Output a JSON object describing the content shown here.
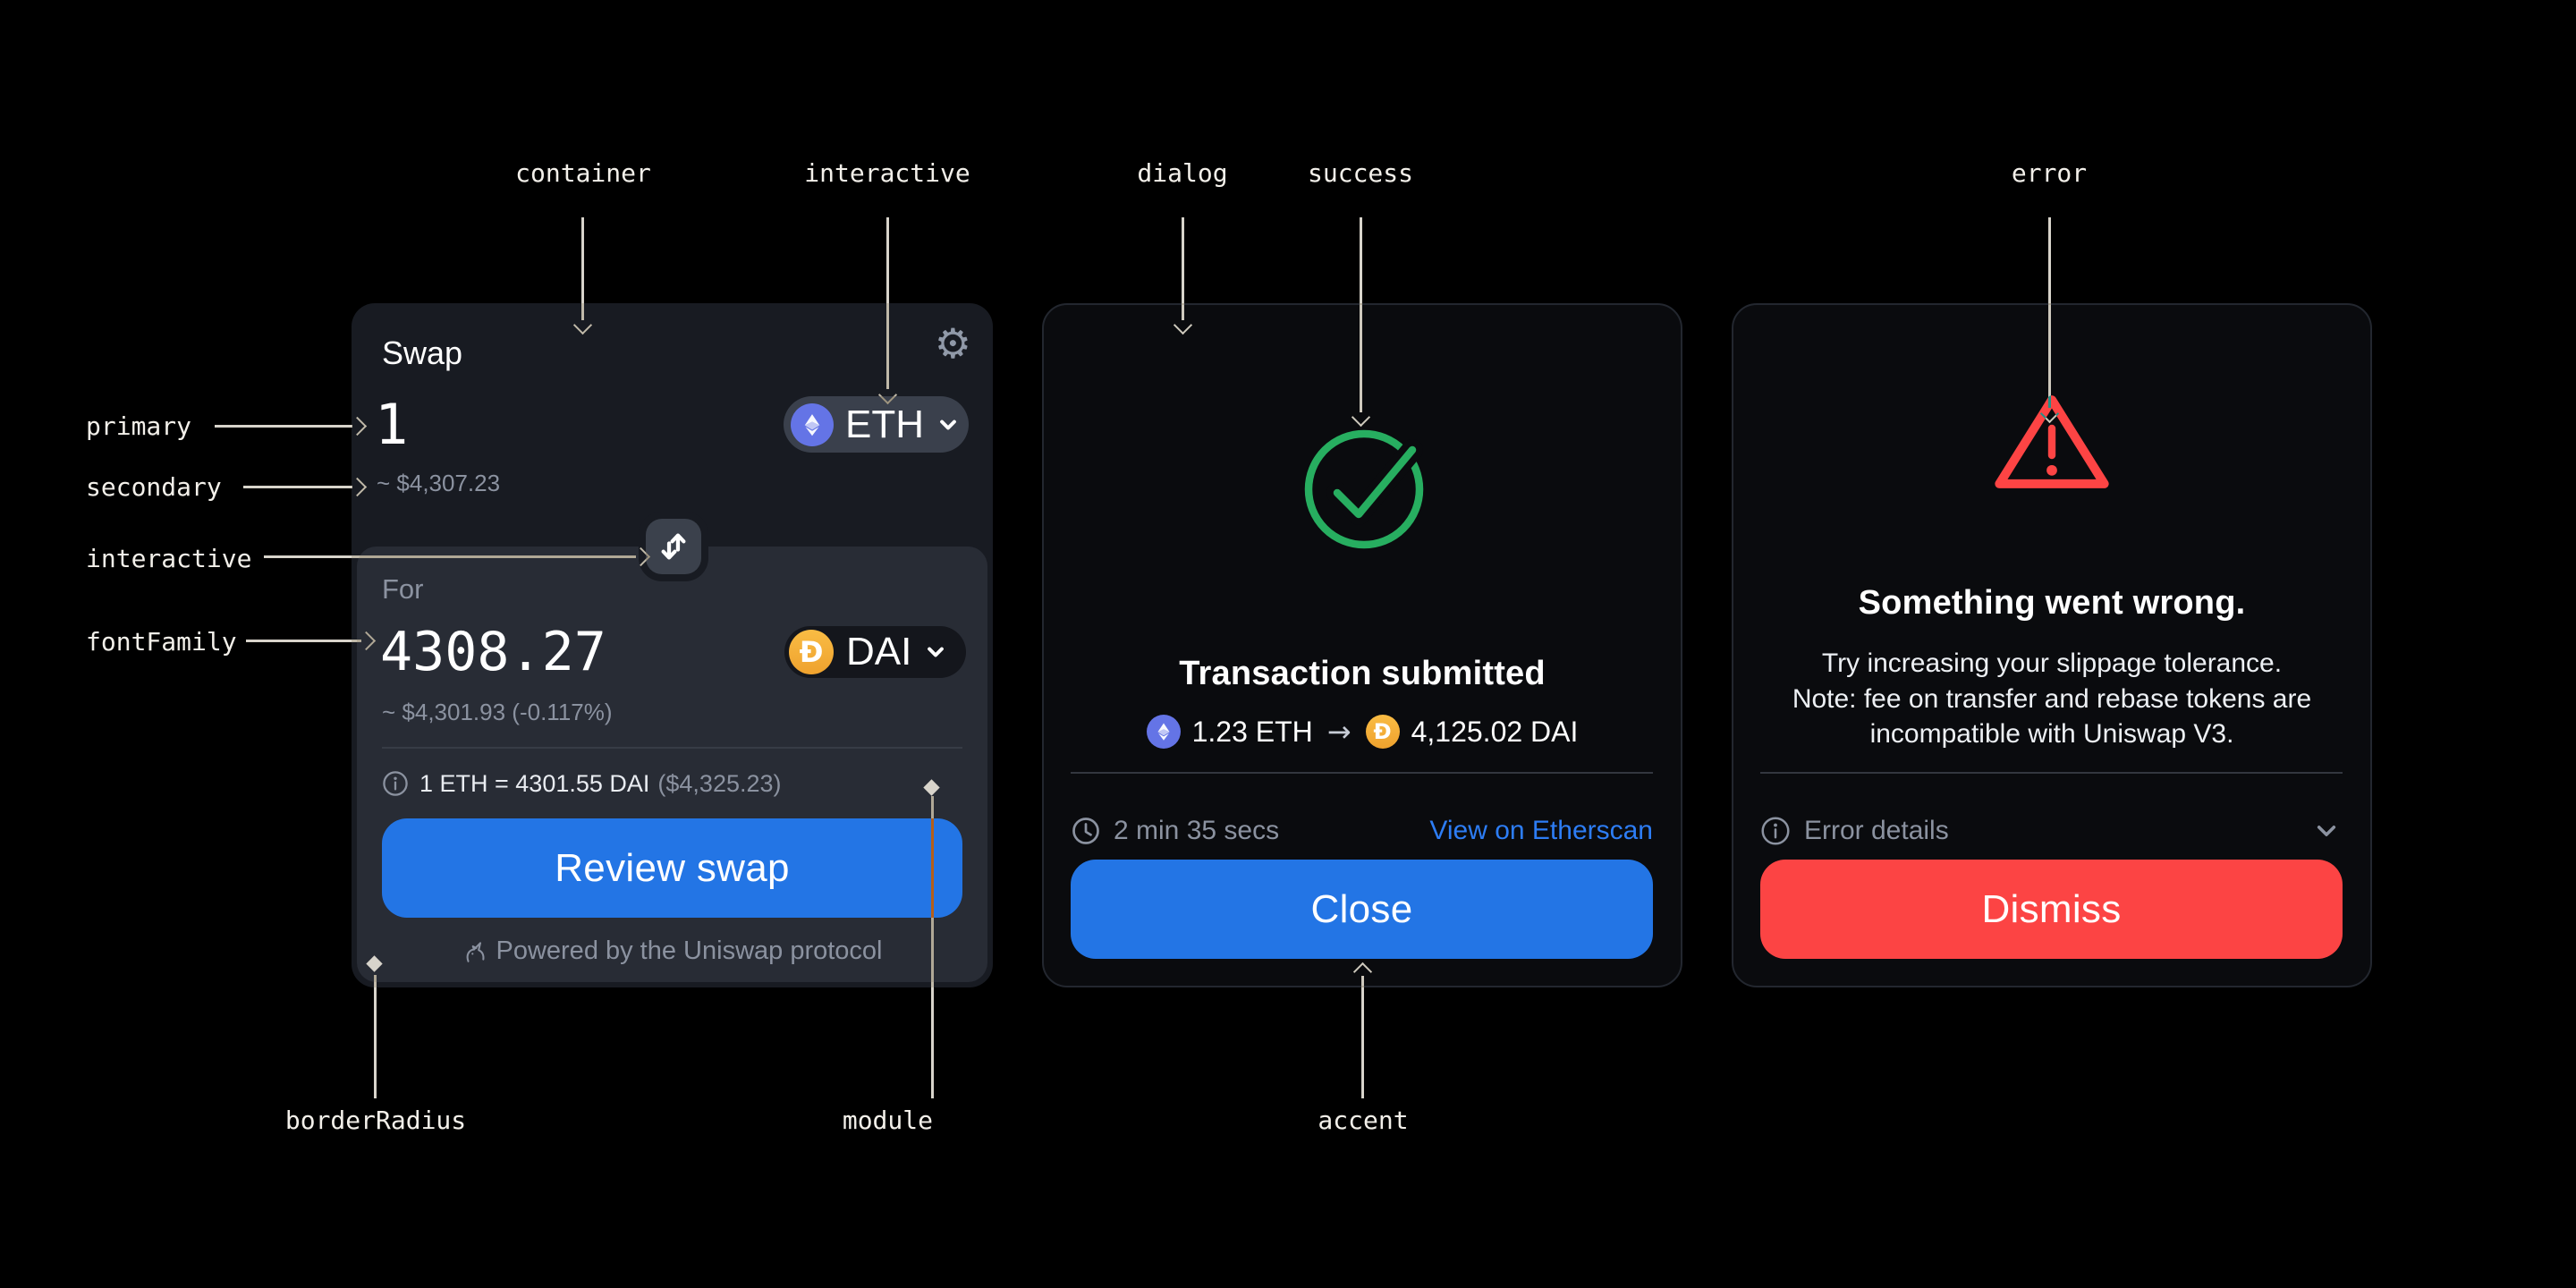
{
  "colors": {
    "background": "#000000",
    "container": "#181B22",
    "module": "#282C35",
    "interactive": "#3A404C",
    "accent": "#2375E5",
    "success": "#27AE60",
    "error": "#FD4444",
    "primary_text": "#FFFFFF",
    "secondary_text": "#8B92A0",
    "link": "#2D7DF5"
  },
  "icons": {
    "settings": "⚙",
    "flow_arrow": "→",
    "dai_symbol": "Ð"
  },
  "annotations": {
    "container": "container",
    "interactive_top": "interactive",
    "dialog": "dialog",
    "success": "success",
    "error": "error",
    "primary": "primary",
    "secondary": "secondary",
    "interactive_left": "interactive",
    "font_family": "fontFamily",
    "border_radius": "borderRadius",
    "module": "module",
    "accent": "accent"
  },
  "swap": {
    "title": "Swap",
    "input": {
      "amount": "1",
      "usd": "~ $4,307.23",
      "token": "ETH"
    },
    "output": {
      "label": "For",
      "amount": "4308.27",
      "usd": "~ $4,301.93 (-0.117%)",
      "token": "DAI"
    },
    "rate": "1 ETH = 4301.55 DAI",
    "rate_usd": "($4,325.23)",
    "review_button": "Review swap",
    "powered_by": "Powered by the Uniswap protocol"
  },
  "success_dialog": {
    "title": "Transaction submitted",
    "from_amount": "1.23 ETH",
    "to_amount": "4,125.02 DAI",
    "duration": "2 min 35 secs",
    "link": "View on Etherscan",
    "close_button": "Close"
  },
  "error_dialog": {
    "title": "Something went wrong.",
    "body_line1": "Try increasing your slippage tolerance.",
    "body_line2": "Note: fee on transfer and rebase tokens are",
    "body_line3": "incompatible with Uniswap V3.",
    "details_label": "Error details",
    "dismiss_button": "Dismiss"
  }
}
